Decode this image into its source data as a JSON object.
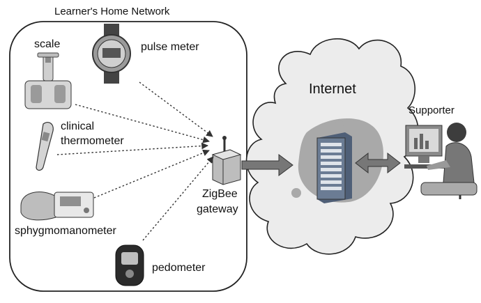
{
  "home_network": {
    "title": "Learner's Home Network"
  },
  "devices": {
    "scale": "scale",
    "pulse_meter": "pulse meter",
    "thermometer_line1": "clinical",
    "thermometer_line2": "thermometer",
    "sphygmomanometer": "sphygmomanometer",
    "pedometer": "pedometer"
  },
  "gateway": {
    "line1": "ZigBee",
    "line2": "gateway"
  },
  "internet": {
    "label": "Internet"
  },
  "supporter": {
    "label": "Supporter"
  },
  "colors": {
    "cloud_fill": "#ececec",
    "arrow_fill": "#777777",
    "gateway_fill": "#d6d6d6",
    "server_fill": "#5f6f86",
    "blob_fill": "#a9a9a9"
  }
}
